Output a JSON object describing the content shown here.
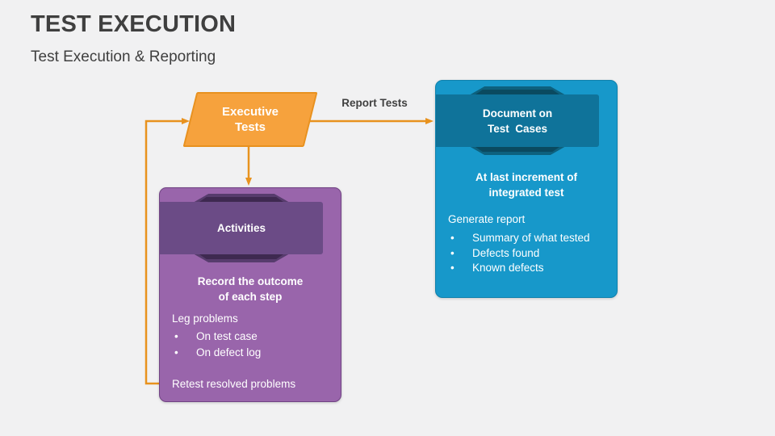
{
  "slide": {
    "title": "TEST EXECUTION",
    "subtitle": "Test Execution & Reporting"
  },
  "colors": {
    "background": "#F1F1F2",
    "title_text": "#3F3F3F",
    "connector_orange": "#E8921E",
    "parallelogram_fill": "#F6A23D",
    "parallelogram_border": "#E8911F",
    "blue_card_fill": "#1798CA",
    "blue_ribbon": "#0F739A",
    "blue_ribbon_fold": "#0A4A60",
    "purple_card_fill": "#9965AB",
    "purple_ribbon": "#6B4B86",
    "purple_ribbon_fold": "#3E2950",
    "card_text": "#FFFFFF"
  },
  "diagram": {
    "report_arrow_label": "Report Tests",
    "executive_shape": {
      "label": "Executive\nTests"
    },
    "document_card": {
      "header": "Document on\nTest  Cases",
      "emphasis": "At last increment of\nintegrated test",
      "intro": "Generate report",
      "bullets": [
        "Summary of what tested",
        "Defects found",
        "Known defects"
      ]
    },
    "activities_card": {
      "header": "Activities",
      "emphasis": "Record the outcome\nof each step",
      "intro": "Leg problems",
      "bullets": [
        "On test case",
        "On defect log"
      ],
      "footer": "Retest resolved problems"
    }
  }
}
